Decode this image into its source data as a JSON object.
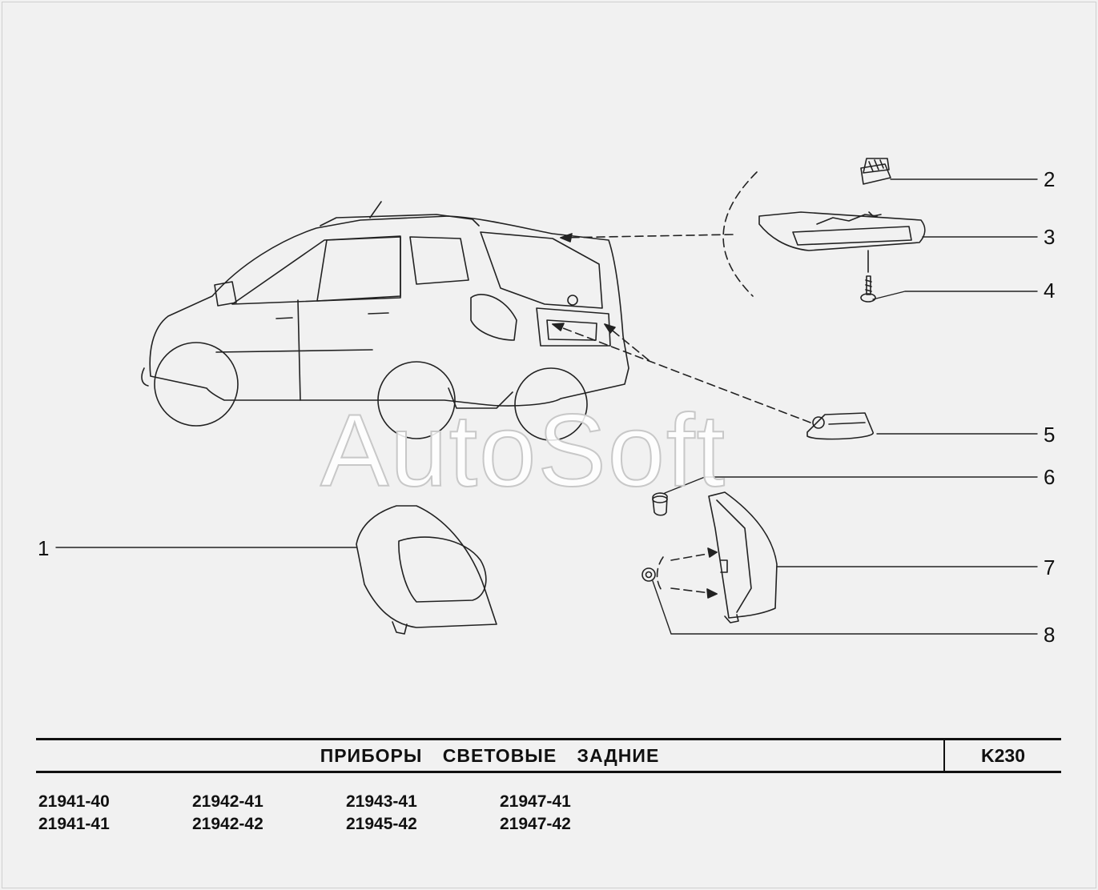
{
  "callouts": [
    {
      "id": "1",
      "label": "1"
    },
    {
      "id": "2",
      "label": "2"
    },
    {
      "id": "3",
      "label": "3"
    },
    {
      "id": "4",
      "label": "4"
    },
    {
      "id": "5",
      "label": "5"
    },
    {
      "id": "6",
      "label": "6"
    },
    {
      "id": "7",
      "label": "7"
    },
    {
      "id": "8",
      "label": "8"
    }
  ],
  "title": "ПРИБОРЫ СВЕТОВЫЕ ЗАДНИЕ",
  "code": "K230",
  "models": [
    "21941-40",
    "21942-41",
    "21943-41",
    "21947-41",
    "21941-41",
    "21942-42",
    "21945-42",
    "21947-42"
  ],
  "watermark": "AutoSoft",
  "colors": {
    "background": "#f1f1f1",
    "line": "#111111"
  }
}
